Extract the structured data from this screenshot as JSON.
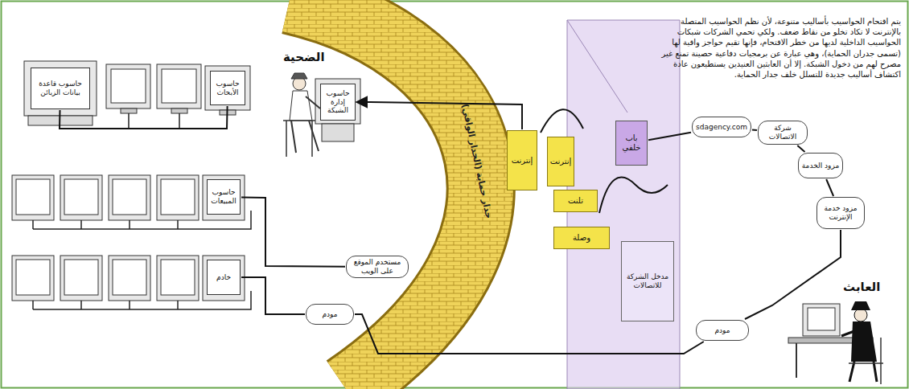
{
  "diagram": {
    "nodes": [
      {
        "text": [
          "حاسوب قاعدة بيانات الزبائن"
        ]
      },
      {
        "text": [
          "حاسوب الأبحاث"
        ]
      },
      {
        "text": [
          "حاسوب المبيعات"
        ]
      },
      {
        "text": [
          "خادم"
        ]
      },
      {
        "text": [
          "مستخدم الموقع على الويب"
        ]
      },
      {
        "text": [
          "مودم"
        ]
      },
      {
        "text": [
          "جدار حماية (الجدار الواقي)"
        ]
      },
      {
        "text": [
          "إنترنت"
        ]
      },
      {
        "text": [
          "إنترنت"
        ]
      },
      {
        "text": [
          "تلنت"
        ]
      },
      {
        "text": [
          "وصلة"
        ]
      },
      {
        "text": [
          "باب خلفي"
        ]
      },
      {
        "text": [
          "مدخل الشركة للاتصالات"
        ]
      },
      {
        "text": [
          "sdagency.com"
        ]
      },
      {
        "text": [
          "شركة الاتصالات"
        ]
      },
      {
        "text": [
          "مزود الخدمة"
        ]
      },
      {
        "text": [
          "مزود خدمة الإنترنت"
        ]
      },
      {
        "text": [
          "مودم"
        ]
      },
      {
        "text": [
          "حاسوب إدارة الشبكة"
        ]
      }
    ],
    "edges": [
      {
        "from": 0,
        "to": 1,
        "arrow": "none"
      },
      {
        "from": 2,
        "to": 4,
        "arrow": "none"
      },
      {
        "from": 3,
        "to": 5,
        "arrow": "none"
      },
      {
        "from": 5,
        "to": 17,
        "arrow": "none"
      },
      {
        "from": 17,
        "to": 16,
        "arrow": "none"
      },
      {
        "from": 16,
        "to": 15,
        "arrow": "none"
      },
      {
        "from": 15,
        "to": 14,
        "arrow": "none"
      },
      {
        "from": 14,
        "to": 13,
        "arrow": "none"
      },
      {
        "from": 13,
        "to": 11,
        "arrow": "none"
      },
      {
        "from": 7,
        "to": 18,
        "arrow": "to"
      }
    ],
    "labels": [
      "يتم اقتحام الحواسيب بأساليب متنوعة، لأن نظم الحواسيب المتصلة بالإنترنت لا تكاد تخلو من نقاط ضعف. ولكي تحمي الشركات شبكات الحواسيب الداخلية لديها من خطر الاقتحام، فإنها تقيم حواجز واقية لها (تسمى جدران الحماية)، وهي عبارة عن برمجيات دفاعية حصينة تمنع غير مصرح لهم من دخول الشبكة. إلا أن العابثين العنيدين يستطيعون عادة اكتشاف أساليب جديدة للتسلل خلف جدار الحماية.",
      "الضحية",
      "العابث"
    ]
  }
}
